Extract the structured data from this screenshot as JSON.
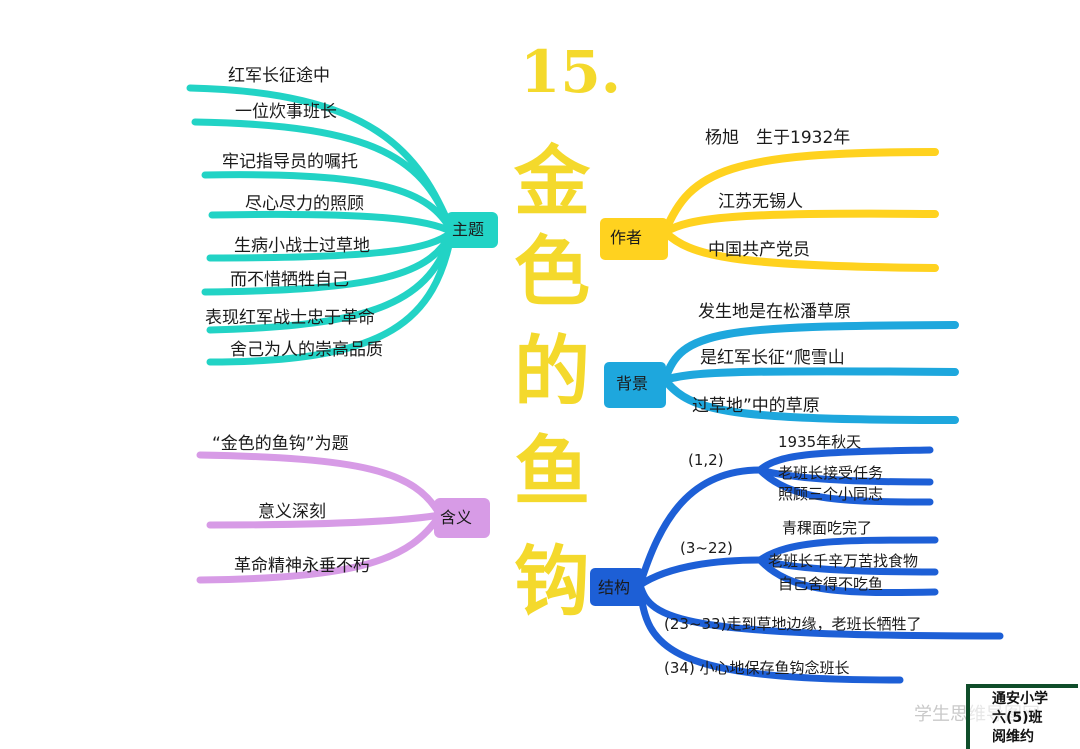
{
  "title": {
    "number": "15.",
    "chars": [
      "金",
      "色",
      "的",
      "鱼",
      "钩"
    ]
  },
  "colors": {
    "title": "#f4d92c",
    "theme": "#22d3c5",
    "author": "#ffd21f",
    "background": "#1ea7dd",
    "meaning": "#d79be6",
    "structure": "#1d5fd6"
  },
  "theme": {
    "hub": "主题",
    "items": [
      "红军长征途中",
      "一位炊事班长",
      "牢记指导员的嘱托",
      "尽心尽力的照顾",
      "生病小战士过草地",
      "而不惜牺牲自己",
      "表现红军战士忠于革命",
      "舍己为人的崇高品质"
    ]
  },
  "meaning": {
    "hub": "含义",
    "items": [
      "“金色的鱼钩”为题",
      "意义深刻",
      "革命精神永垂不朽"
    ]
  },
  "author": {
    "hub": "作者",
    "items": [
      "杨旭　生于1932年",
      "江苏无锡人",
      "中国共产党员"
    ]
  },
  "background": {
    "hub": "背景",
    "items": [
      "发生地是在松潘草原",
      "是红军长征“爬雪山",
      "过草地”中的草原"
    ]
  },
  "structure": {
    "hub": "结构",
    "groups": [
      {
        "label": "(1,2)",
        "items": [
          "1935年秋天",
          "老班长接受任务",
          "照顾三个小同志"
        ]
      },
      {
        "label": "(3~22)",
        "items": [
          "青稞面吃完了",
          "老班长千辛万苦找食物",
          "自己舍得不吃鱼"
        ]
      }
    ],
    "lines": [
      "(23~33)走到草地边缘，老班长牺牲了",
      "(34) 小心地保存鱼钩念班长"
    ]
  },
  "watermark": "学生思维导图网",
  "stamp": [
    "通安小学",
    "六(5)班",
    "阅维约"
  ]
}
